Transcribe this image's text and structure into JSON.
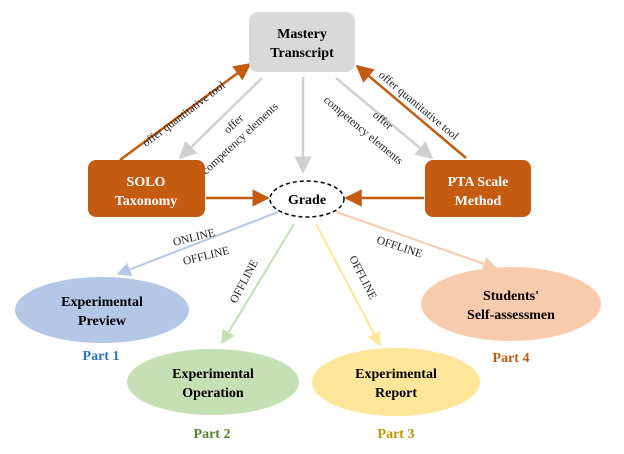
{
  "colors": {
    "transcript_fill": "#d9d9d9",
    "orange_fill": "#c55a11",
    "orange_line": "#c55a11",
    "gray_line": "#d0d0d0",
    "blue_fill": "#b4c7e7",
    "green_fill": "#c5e0b4",
    "yellow_fill": "#ffe699",
    "peach_fill": "#f8cbad",
    "blue_text": "#2e75b6",
    "green_text": "#548235",
    "yellow_text": "#bf9000",
    "peach_text": "#c55a11"
  },
  "nodes": {
    "transcript": {
      "line1": "Mastery",
      "line2": "Transcript"
    },
    "solo": {
      "line1": "SOLO",
      "line2": "Taxonomy"
    },
    "pta": {
      "line1": "PTA Scale",
      "line2": "Method"
    },
    "grade": {
      "label": "Grade"
    },
    "preview": {
      "line1": "Experimental",
      "line2": "Preview"
    },
    "operation": {
      "line1": "Experimental",
      "line2": "Operation"
    },
    "report": {
      "line1": "Experimental",
      "line2": "Report"
    },
    "self": {
      "line1": "Students'",
      "line2": "Self-assessmen"
    }
  },
  "parts": {
    "part1": "Part 1",
    "part2": "Part 2",
    "part3": "Part 3",
    "part4": "Part 4"
  },
  "edge_labels": {
    "solo_tool": "offer quantitative tool",
    "solo_offer": "offer",
    "solo_elements": "competency elements",
    "pta_tool": "offer quantitative tool",
    "pta_offer": "offer",
    "pta_elements": "competency elements",
    "preview_online": "ONLINE",
    "preview_offline": "OFFLINE",
    "operation_offline": "OFFLINE",
    "report_offline": "OFFLINE",
    "self_offline": "OFFLINE"
  }
}
